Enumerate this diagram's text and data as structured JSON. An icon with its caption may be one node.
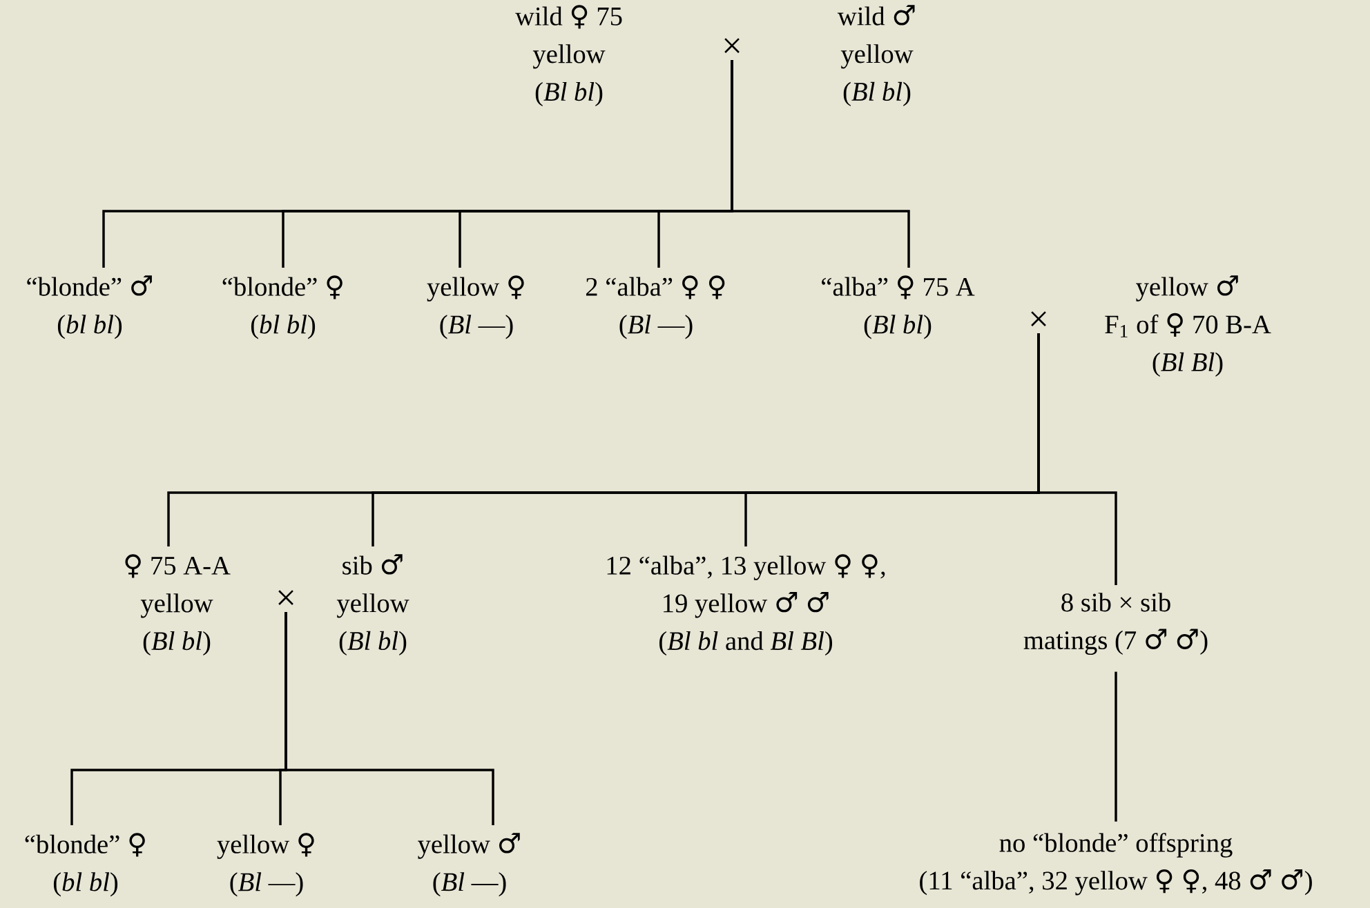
{
  "diagram": {
    "nodes": [
      {
        "text": [
          "wild ♀ 75",
          "yellow",
          "(*Bl bl*)"
        ]
      },
      {
        "text": [
          "×"
        ]
      },
      {
        "text": [
          "wild ♂",
          "yellow",
          "(*Bl bl*)"
        ]
      },
      {
        "text": [
          "“blonde” ♂",
          "(*bl bl*)"
        ]
      },
      {
        "text": [
          "“blonde” ♀",
          "(*bl bl*)"
        ]
      },
      {
        "text": [
          "yellow ♀",
          "(*Bl* —)"
        ]
      },
      {
        "text": [
          "2 “alba” ♀ ♀",
          "(*Bl* —)"
        ]
      },
      {
        "text": [
          "“alba” ♀ 75 A",
          "(*Bl bl*)"
        ]
      },
      {
        "text": [
          "×"
        ]
      },
      {
        "text": [
          "yellow ♂",
          "F$_{1}$ of ♀ 70 B-A",
          "(*Bl Bl*)"
        ]
      },
      {
        "text": [
          "♀ 75 A-A",
          "yellow",
          "(*Bl bl*)"
        ]
      },
      {
        "text": [
          "×"
        ]
      },
      {
        "text": [
          "sib ♂",
          "yellow",
          "(*Bl bl*)"
        ]
      },
      {
        "text": [
          "12 “alba”, 13 yellow ♀ ♀,",
          "19 yellow ♂ ♂",
          "(*Bl bl* and *Bl Bl*)"
        ]
      },
      {
        "text": [
          "8 sib × sib",
          "matings (7 ♂ ♂)"
        ]
      },
      {
        "text": [
          "“blonde” ♀",
          "(*bl bl*)"
        ]
      },
      {
        "text": [
          "yellow ♀",
          "(*Bl* —)"
        ]
      },
      {
        "text": [
          "yellow ♂",
          "(*Bl* —)"
        ]
      },
      {
        "text": [
          "no “blonde” offspring",
          "(11 “alba”, 32 yellow ♀ ♀, 48 ♂ ♂)"
        ]
      }
    ],
    "edges": [
      {
        "from": 1,
        "to": 3,
        "arrow": "none"
      },
      {
        "from": 1,
        "to": 4,
        "arrow": "none"
      },
      {
        "from": 1,
        "to": 5,
        "arrow": "none"
      },
      {
        "from": 1,
        "to": 6,
        "arrow": "none"
      },
      {
        "from": 1,
        "to": 7,
        "arrow": "none"
      },
      {
        "from": 8,
        "to": 10,
        "arrow": "none"
      },
      {
        "from": 8,
        "to": 12,
        "arrow": "none"
      },
      {
        "from": 8,
        "to": 13,
        "arrow": "none"
      },
      {
        "from": 8,
        "to": 14,
        "arrow": "none"
      },
      {
        "from": 11,
        "to": 15,
        "arrow": "none"
      },
      {
        "from": 11,
        "to": 16,
        "arrow": "none"
      },
      {
        "from": 11,
        "to": 17,
        "arrow": "none"
      },
      {
        "from": 14,
        "to": 18,
        "arrow": "none"
      }
    ]
  }
}
